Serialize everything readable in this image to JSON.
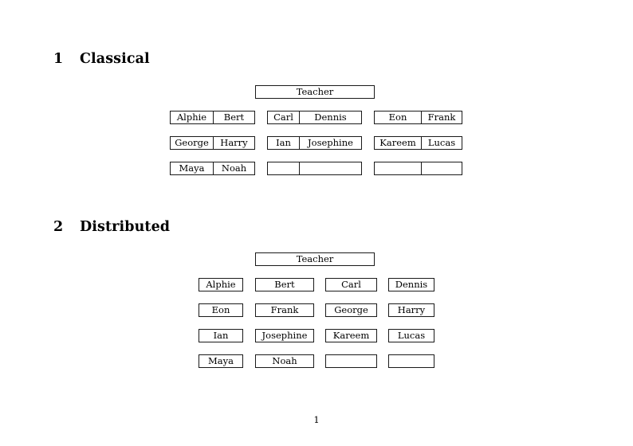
{
  "document": {
    "page_number": "1"
  },
  "sections": [
    {
      "number": "1",
      "title": "Classical",
      "teacher_label": "Teacher",
      "layout": "paired-groups",
      "groups": [
        {
          "rows": [
            [
              "Alphie",
              "Bert"
            ],
            [
              "George",
              "Harry"
            ],
            [
              "Maya",
              "Noah"
            ]
          ]
        },
        {
          "rows": [
            [
              "Carl",
              "Dennis"
            ],
            [
              "Ian",
              "Josephine"
            ],
            [
              "",
              ""
            ]
          ]
        },
        {
          "rows": [
            [
              "Eon",
              "Frank"
            ],
            [
              "Kareem",
              "Lucas"
            ],
            [
              "",
              ""
            ]
          ]
        }
      ]
    },
    {
      "number": "2",
      "title": "Distributed",
      "teacher_label": "Teacher",
      "layout": "separate-boxes",
      "rows": [
        [
          "Alphie",
          "Bert",
          "Carl",
          "Dennis"
        ],
        [
          "Eon",
          "Frank",
          "George",
          "Harry"
        ],
        [
          "Ian",
          "Josephine",
          "Kareem",
          "Lucas"
        ],
        [
          "Maya",
          "Noah",
          "",
          ""
        ]
      ]
    }
  ],
  "colors": {
    "page_background": "#ffffff",
    "text": "#000000",
    "border": "#1a1a1a"
  }
}
